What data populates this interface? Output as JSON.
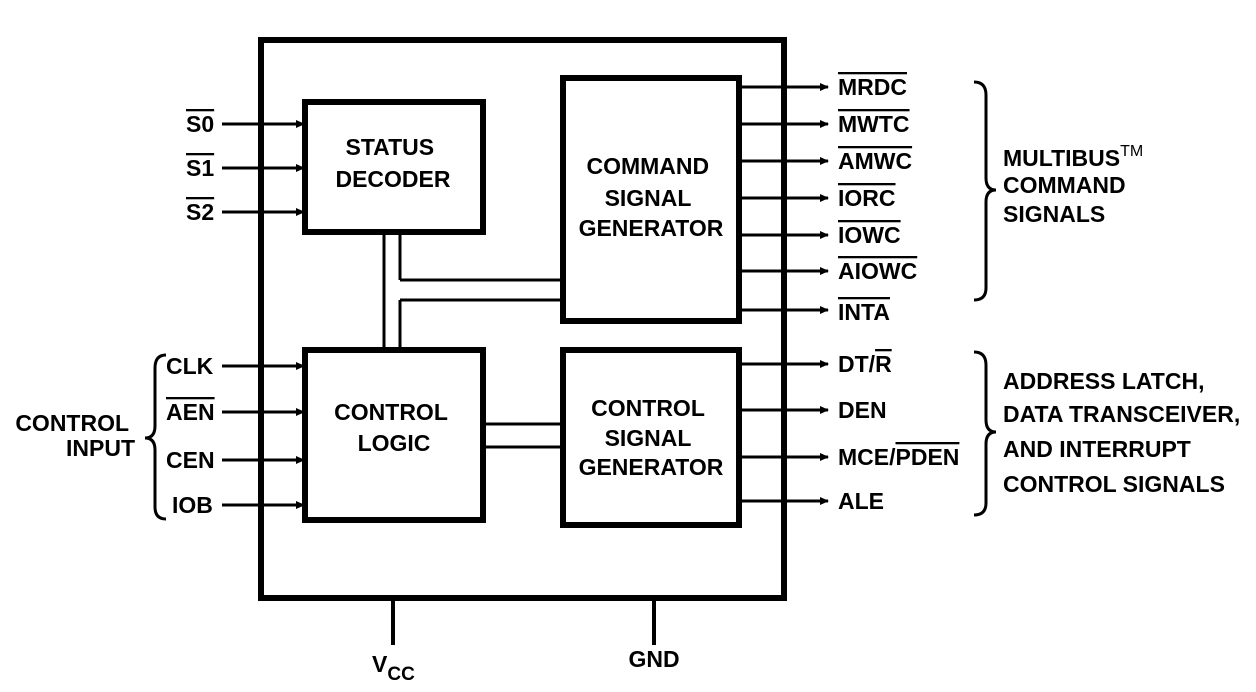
{
  "blocks": {
    "status_decoder": [
      "STATUS",
      "DECODER"
    ],
    "command_signal_generator": [
      "COMMAND",
      "SIGNAL",
      "GENERATOR"
    ],
    "control_logic": [
      "CONTROL",
      "LOGIC"
    ],
    "control_signal_generator": [
      "CONTROL",
      "SIGNAL",
      "GENERATOR"
    ]
  },
  "inputs": {
    "status": [
      {
        "label": "S0",
        "overbar": "S0",
        "plain": ""
      },
      {
        "label": "S1",
        "overbar": "S1",
        "plain": ""
      },
      {
        "label": "S2",
        "overbar": "S2",
        "plain": ""
      }
    ],
    "control": [
      {
        "label": "CLK",
        "overbar": "",
        "plain": "CLK"
      },
      {
        "label": "AEN",
        "overbar": "AEN",
        "plain": ""
      },
      {
        "label": "CEN",
        "overbar": "",
        "plain": "CEN"
      },
      {
        "label": "IOB",
        "overbar": "",
        "plain": "IOB"
      }
    ]
  },
  "outputs": {
    "command": [
      {
        "label": "MRDC"
      },
      {
        "label": "MWTC"
      },
      {
        "label": "AMWC"
      },
      {
        "label": "IORC"
      },
      {
        "label": "IOWC"
      },
      {
        "label": "AIOWC"
      },
      {
        "label": "INTA"
      }
    ],
    "control": [
      {
        "label": "DT/R",
        "plain": "DT/",
        "overbar": "R"
      },
      {
        "label": "DEN",
        "plain": "DEN",
        "overbar": ""
      },
      {
        "label": "MCE/PDEN",
        "plain": "MCE/",
        "overbar": "PDEN"
      },
      {
        "label": "ALE",
        "plain": "ALE",
        "overbar": ""
      }
    ]
  },
  "groups": {
    "multibus": {
      "line1": "MULTIBUS",
      "tm": "TM",
      "line2": "COMMAND",
      "line3": "SIGNALS"
    },
    "latch": {
      "line1": "ADDRESS LATCH,",
      "line2": "DATA TRANSCEIVER,",
      "line3": "AND INTERRUPT",
      "line4": "CONTROL SIGNALS"
    },
    "control_input": {
      "line1": "CONTROL",
      "line2": "INPUT"
    }
  },
  "power": {
    "vcc": {
      "main": "V",
      "sub": "CC"
    },
    "gnd": "GND"
  }
}
